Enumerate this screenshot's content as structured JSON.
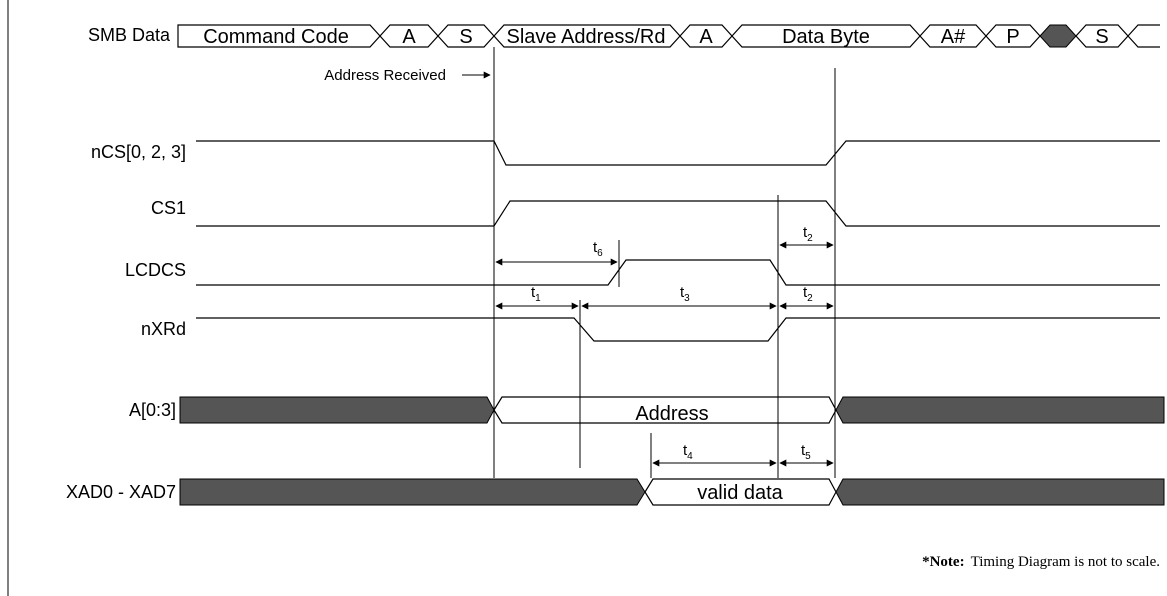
{
  "signals": {
    "smb": "SMB Data",
    "ncs": "nCS[0, 2, 3]",
    "cs1": "CS1",
    "lcdcs": "LCDCS",
    "nxrd": "nXRd",
    "addr": "A[0:3]",
    "xad": "XAD0 - XAD7"
  },
  "smb_fields": {
    "command_code": "Command Code",
    "ack1": "A",
    "start1": "S",
    "slave_addr": "Slave Address/Rd",
    "ack2": "A",
    "data_byte": "Data Byte",
    "nack": "A#",
    "stop": "P",
    "start2": "S"
  },
  "annotations": {
    "address_received": "Address Received",
    "address_bus": "Address",
    "valid_data": "valid data"
  },
  "timings": {
    "t1": {
      "base": "t",
      "sub": "1"
    },
    "t2a": {
      "base": "t",
      "sub": "2"
    },
    "t2b": {
      "base": "t",
      "sub": "2"
    },
    "t3": {
      "base": "t",
      "sub": "3"
    },
    "t4": {
      "base": "t",
      "sub": "4"
    },
    "t5": {
      "base": "t",
      "sub": "5"
    },
    "t6": {
      "base": "t",
      "sub": "6"
    }
  },
  "note": {
    "bold": "*Note:",
    "text": "Timing Diagram is not to scale."
  },
  "colors": {
    "bus_fill": "#555555",
    "line": "#000000",
    "background": "#ffffff"
  }
}
